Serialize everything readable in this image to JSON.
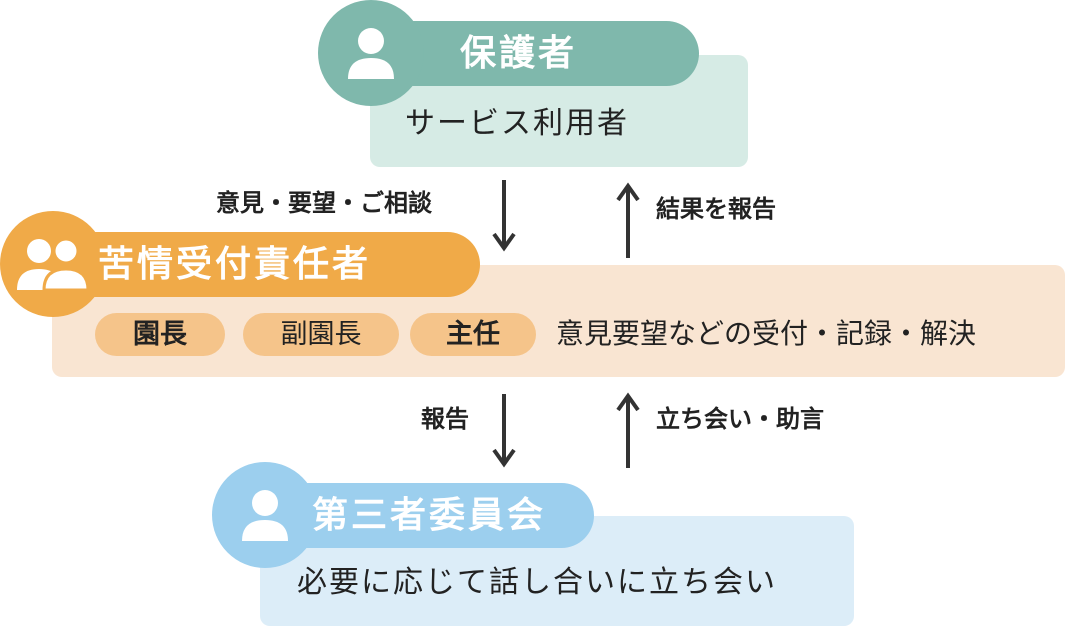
{
  "guardian": {
    "title": "保護者",
    "subtitle": "サービス利用者",
    "icon": "person-icon",
    "color": "#7fb8ac"
  },
  "manager": {
    "title": "苦情受付責任者",
    "icon": "group-icon",
    "color": "#f0aa48",
    "roles": [
      "園長",
      "副園長",
      "主任"
    ],
    "description": "意見要望などの受付・記録・解決"
  },
  "committee": {
    "title": "第三者委員会",
    "subtitle": "必要に応じて話し合いに立ち会い",
    "icon": "person-icon",
    "color": "#9ccfee"
  },
  "flows": {
    "guardian_to_manager": "意見・要望・ご相談",
    "manager_to_guardian": "結果を報告",
    "manager_to_committee": "報告",
    "committee_to_manager": "立ち会い・助言"
  }
}
